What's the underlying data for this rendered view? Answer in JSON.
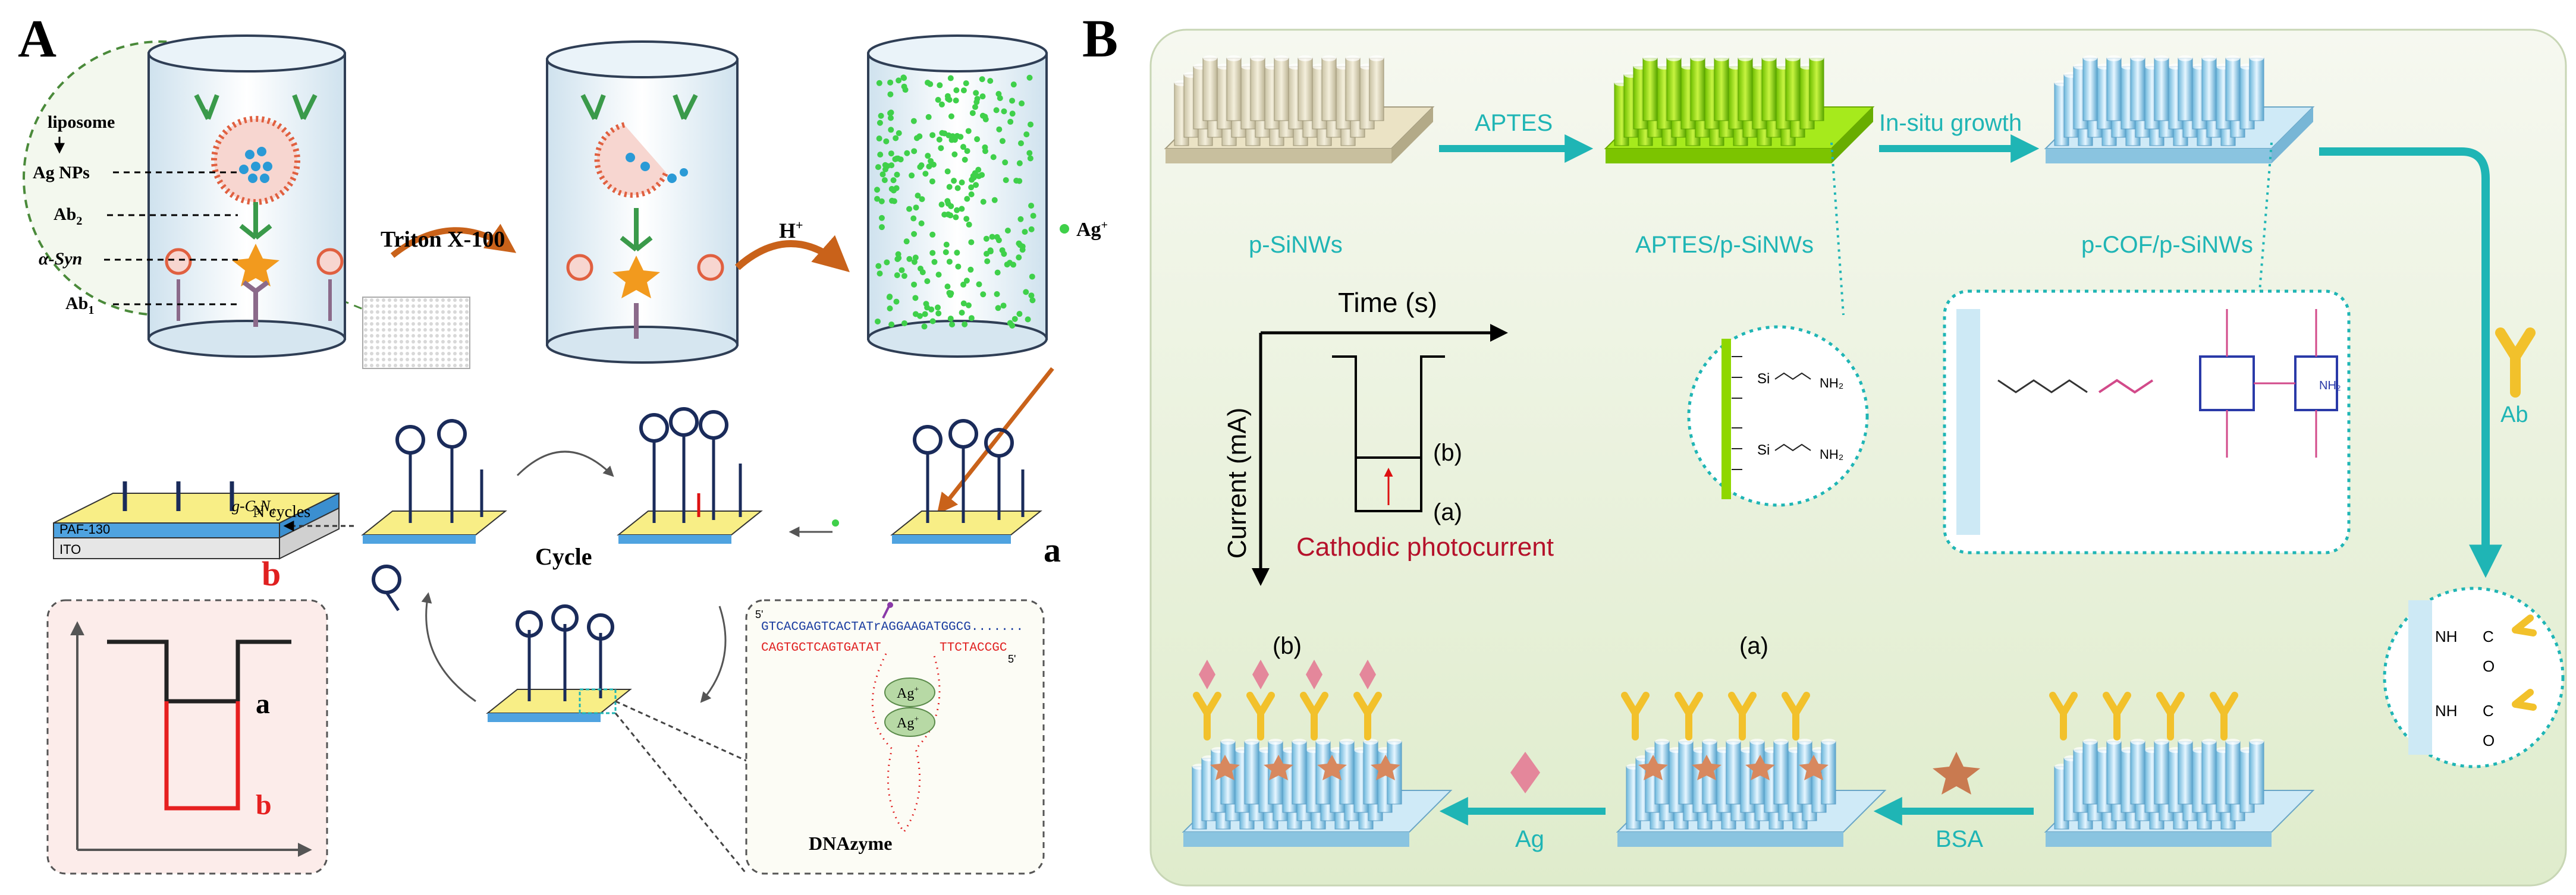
{
  "panel_a": {
    "letter": "A",
    "labels": {
      "liposome": "liposome",
      "ag_nps": "Ag NPs",
      "ab2": "Ab",
      "ab2_sub": "2",
      "asyn": "α-Syn",
      "ab1": "Ab",
      "ab1_sub": "1",
      "triton": "Triton X-100",
      "hplus": "H",
      "hplus_sup": "+",
      "agplus": "Ag",
      "agplus_sup": "+",
      "gc3n4": "g-C",
      "gc3n4_sub1": "3",
      "gc3n4_n": "N",
      "gc3n4_sub2": "4",
      "paf": "PAF-130",
      "ito": "ITO",
      "b_red": "b",
      "ncycles": "N cycles",
      "cycle": "Cycle",
      "a_label": "a",
      "graph_a": "a",
      "graph_b": "b",
      "dnazyme": "DNAzyme",
      "seq_top": "GTCACGAGTCACTATrAGGAAGATGGCG.......",
      "seq_bottom": "CAGTGCTCAGTGATAT",
      "seq_bottom2": "TTCTACCGC",
      "five_prime_top": "5'",
      "five_prime_bottom": "5'",
      "ag_circle": "Ag",
      "ag_circle_sup": "+"
    }
  },
  "panel_b": {
    "letter": "B",
    "labels": {
      "psinws": "p-SiNWs",
      "aptes_arrow": "APTES",
      "aptes_psinws": "APTES/p-SiNWs",
      "insitu": "In-situ growth",
      "pcof": "p-COF/p-SiNWs",
      "time": "Time (s)",
      "current": "Current (mA)",
      "b_level": "(b)",
      "a_level": "(a)",
      "cathodic": "Cathodic photocurrent",
      "ab": "Ab",
      "bsa": "BSA",
      "ag": "Ag",
      "b_top": "(b)",
      "a_top": "(a)",
      "nh2_1": "NH₂",
      "nh2_2": "NH₂",
      "si1": "Si",
      "si2": "Si",
      "nh_1": "NH",
      "nh_2": "NH",
      "c1": "C",
      "c2": "C",
      "o1": "O",
      "o2": "O",
      "cof_nh2": "NH₂"
    },
    "colors": {
      "arrow": "#1fb5b5",
      "red_text": "#b5122b",
      "bg": "#eef5e2"
    }
  }
}
